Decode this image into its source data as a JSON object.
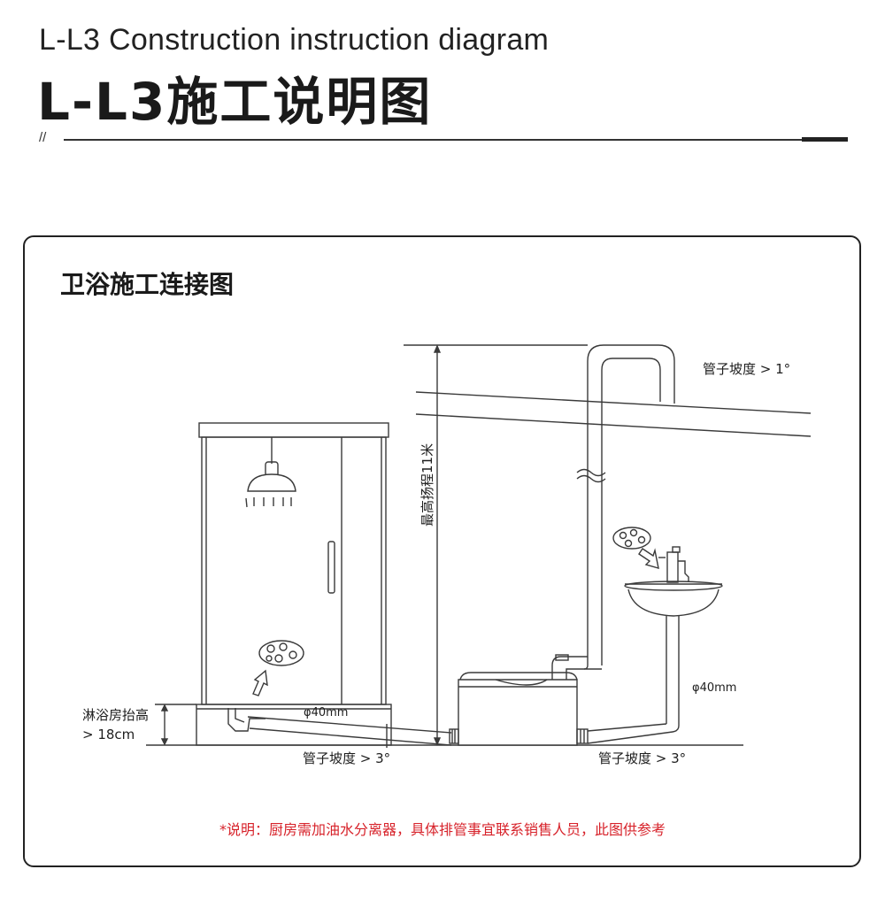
{
  "header": {
    "title_en": "L-L3 Construction instruction diagram",
    "title_cn": "L-L3施工说明图",
    "separator": "//"
  },
  "panel": {
    "title": "卫浴施工连接图",
    "note": "*说明：厨房需加油水分离器，具体排管事宜联系销售人员，此图供参考"
  },
  "labels": {
    "slope_top": "管子坡度 > 1°",
    "max_head": "最高扬程11米",
    "diameter_right": "φ40mm",
    "diameter_left": "φ40mm",
    "shower_raise_line1": "淋浴房抬高",
    "shower_raise_line2": "> 18cm",
    "slope_bottom_left": "管子坡度 > 3°",
    "slope_bottom_right": "管子坡度 > 3°"
  },
  "colors": {
    "line": "#3a3a3a",
    "note": "#d7222a"
  }
}
